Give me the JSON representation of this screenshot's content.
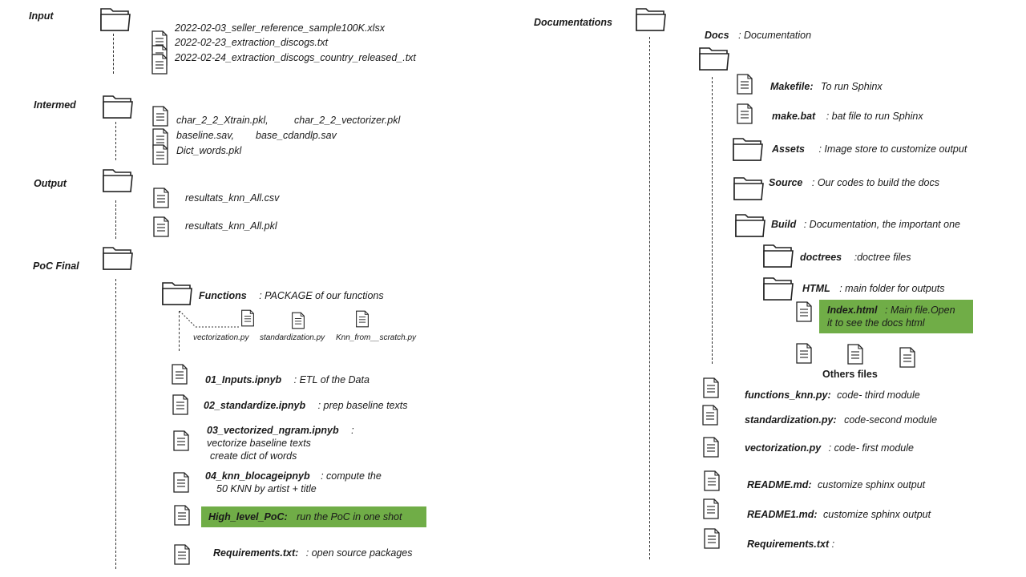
{
  "input": {
    "label": "Input",
    "files": [
      "2022-02-03_seller_reference_sample100K.xlsx",
      "2022-02-23_extraction_discogs.txt",
      "2022-02-24_extraction_discogs_country_released_.txt"
    ]
  },
  "intermed": {
    "label": "Intermed",
    "files": [
      "char_2_2_Xtrain.pkl,",
      "char_2_2_vectorizer.pkl",
      "baseline.sav,",
      "base_cdandlp.sav",
      "Dict_words.pkl"
    ]
  },
  "output": {
    "label": "Output",
    "files": [
      "resultats_knn_All.csv",
      "resultats_knn_All.pkl"
    ]
  },
  "poc": {
    "label": "PoC Final",
    "functions": {
      "name": "Functions",
      "desc": ": PACKAGE of our functions",
      "files": [
        "vectorization.py",
        "standardization.py",
        "Knn_from__scratch.py"
      ]
    },
    "items": [
      {
        "name": "01_Inputs.ipnyb",
        "desc": ": ETL of the Data"
      },
      {
        "name": "02_standardize.ipnyb",
        "desc": ": prep baseline texts"
      },
      {
        "name": "03_vectorized_ngram.ipnyb",
        "desc": ":",
        "line2": "vectorize  baseline texts",
        "line3": "create dict of words"
      },
      {
        "name": "04_knn_blocageipnyb",
        "desc": ": compute the",
        "line2": "50 KNN by artist + title"
      },
      {
        "name": "High_level_PoC:",
        "desc": "run the PoC in one shot"
      },
      {
        "name": "Requirements.txt:",
        "desc": ":  open source packages"
      }
    ]
  },
  "documentations": {
    "label": "Documentations",
    "docs": {
      "name": "Docs",
      "desc": ": Documentation"
    },
    "items": [
      {
        "name": "Makefile:",
        "desc": "To run  Sphinx"
      },
      {
        "name": "make.bat",
        "desc": ": bat file to run  Sphinx"
      },
      {
        "name": "Assets",
        "desc": ": Image store to customize output"
      },
      {
        "name": "Source",
        "desc": ": Our  codes to build the docs"
      },
      {
        "name": "Build",
        "desc": ": Documentation, the important one"
      }
    ],
    "build_items": [
      {
        "name": "doctrees",
        "desc": ":doctree files"
      },
      {
        "name": "HTML",
        "desc": ": main folder for outputs"
      }
    ],
    "index": {
      "name": "Index.html",
      "desc": ": Main  file.Open",
      "line2": "it to see the docs html"
    },
    "others_label": "Others files",
    "modules": [
      {
        "name": "functions_knn.py:",
        "desc": "code- third module"
      },
      {
        "name": "standardization.py:",
        "desc": "code-second module"
      },
      {
        "name": "vectorization.py",
        "desc": ": code-  first module"
      },
      {
        "name": "README.md:",
        "desc": "customize sphinx output"
      },
      {
        "name": "README1.md:",
        "desc": "customize sphinx output"
      },
      {
        "name": "Requirements.txt",
        "desc": ":"
      }
    ]
  }
}
